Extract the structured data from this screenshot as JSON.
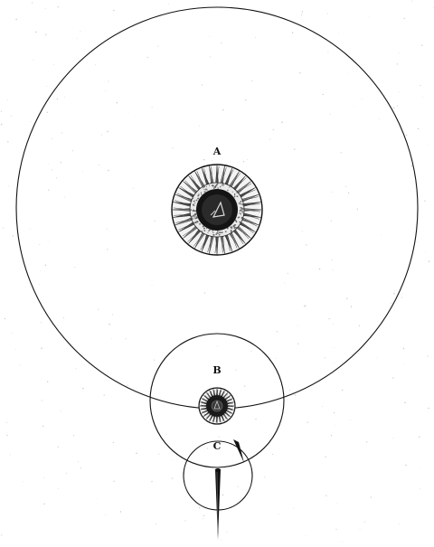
{
  "labels": {
    "a": "A",
    "b": "B",
    "c": "C"
  },
  "colors": {
    "ink": "#111111",
    "paper": "#ffffff",
    "speckle": "#9a9a9a"
  }
}
